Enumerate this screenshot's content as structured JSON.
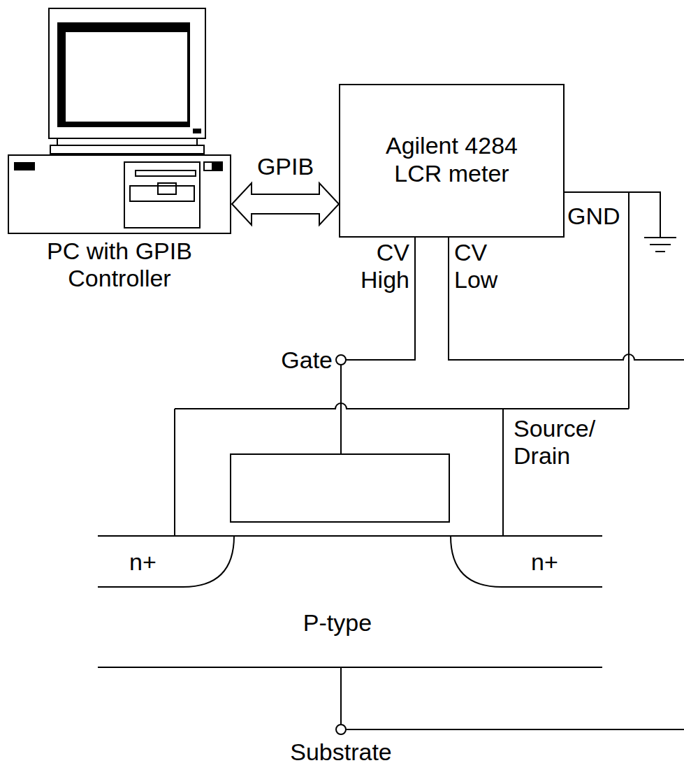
{
  "diagram": {
    "nodes": [
      {
        "text": [
          "PC with GPIB Controller"
        ]
      },
      {
        "text": [
          "Agilent 4284 LCR meter"
        ]
      }
    ],
    "edges": [
      {
        "from": 0,
        "to": 1,
        "label": "GPIB",
        "arrow": "both"
      }
    ],
    "labels": [
      "CV High",
      "CV Low",
      "GND",
      "Gate",
      "Source/ Drain",
      "n+",
      "n+",
      "P-type",
      "Substrate"
    ]
  }
}
